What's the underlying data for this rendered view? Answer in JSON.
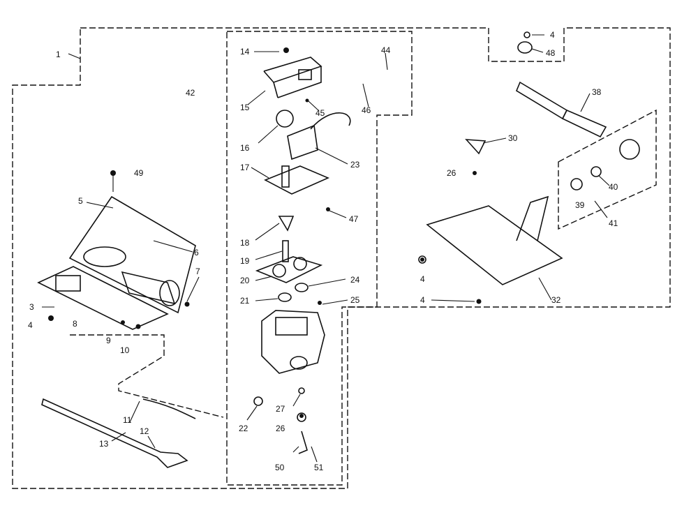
{
  "diagram": {
    "callouts": [
      {
        "id": "c1",
        "text": "1"
      },
      {
        "id": "c3",
        "text": "3"
      },
      {
        "id": "c4a",
        "text": "4"
      },
      {
        "id": "c4b",
        "text": "4"
      },
      {
        "id": "c4c",
        "text": "4"
      },
      {
        "id": "c4d",
        "text": "4"
      },
      {
        "id": "c5",
        "text": "5"
      },
      {
        "id": "c6",
        "text": "6"
      },
      {
        "id": "c7",
        "text": "7"
      },
      {
        "id": "c8",
        "text": "8"
      },
      {
        "id": "c9",
        "text": "9"
      },
      {
        "id": "c10",
        "text": "10"
      },
      {
        "id": "c11",
        "text": "11"
      },
      {
        "id": "c12",
        "text": "12"
      },
      {
        "id": "c13",
        "text": "13"
      },
      {
        "id": "c14",
        "text": "14"
      },
      {
        "id": "c15",
        "text": "15"
      },
      {
        "id": "c16",
        "text": "16"
      },
      {
        "id": "c17",
        "text": "17"
      },
      {
        "id": "c18",
        "text": "18"
      },
      {
        "id": "c19",
        "text": "19"
      },
      {
        "id": "c20",
        "text": "20"
      },
      {
        "id": "c21",
        "text": "21"
      },
      {
        "id": "c22",
        "text": "22"
      },
      {
        "id": "c23",
        "text": "23"
      },
      {
        "id": "c24",
        "text": "24"
      },
      {
        "id": "c25",
        "text": "25"
      },
      {
        "id": "c26a",
        "text": "26"
      },
      {
        "id": "c26b",
        "text": "26"
      },
      {
        "id": "c27",
        "text": "27"
      },
      {
        "id": "c30",
        "text": "30"
      },
      {
        "id": "c32",
        "text": "32"
      },
      {
        "id": "c38",
        "text": "38"
      },
      {
        "id": "c39",
        "text": "39"
      },
      {
        "id": "c40",
        "text": "40"
      },
      {
        "id": "c41",
        "text": "41"
      },
      {
        "id": "c42",
        "text": "42"
      },
      {
        "id": "c44",
        "text": "44"
      },
      {
        "id": "c45",
        "text": "45"
      },
      {
        "id": "c46",
        "text": "46"
      },
      {
        "id": "c47",
        "text": "47"
      },
      {
        "id": "c48",
        "text": "48"
      },
      {
        "id": "c49",
        "text": "49"
      },
      {
        "id": "c50",
        "text": "50"
      },
      {
        "id": "c51",
        "text": "51"
      }
    ]
  }
}
